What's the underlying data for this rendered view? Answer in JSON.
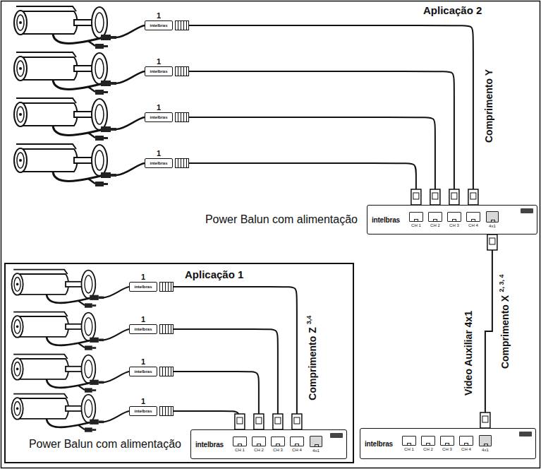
{
  "diagram": {
    "nodes": [
      {
        "text": [
          "1",
          "intelbras"
        ]
      },
      {
        "text": [
          "1",
          "intelbras"
        ]
      },
      {
        "text": [
          "1",
          "intelbras"
        ]
      },
      {
        "text": [
          "1",
          "intelbras"
        ]
      },
      {
        "text": [
          "Power Balun com alimentação",
          "intelbras",
          "CH 1",
          "CH 2",
          "CH 3",
          "CH 4",
          "4x1"
        ]
      },
      {
        "text": [
          "Aplicação 1"
        ]
      },
      {
        "text": [
          "1",
          "intelbras"
        ],
        "in": 5
      },
      {
        "text": [
          "1",
          "intelbras"
        ],
        "in": 5
      },
      {
        "text": [
          "1",
          "intelbras"
        ],
        "in": 5
      },
      {
        "text": [
          "1",
          "intelbras"
        ],
        "in": 5
      },
      {
        "text": [
          "Power Balun com alimentação",
          "intelbras",
          "CH 1",
          "CH 2",
          "CH 3",
          "CH 4",
          "4x1"
        ],
        "in": 5
      },
      {
        "text": [
          "intelbras",
          "CH 1",
          "CH 2",
          "CH 3",
          "CH 4",
          "4x1"
        ]
      }
    ],
    "edges": [
      {
        "from": 0,
        "to": 4,
        "arrow": "none",
        "label": "Comprimento Y"
      },
      {
        "from": 1,
        "to": 4,
        "arrow": "none"
      },
      {
        "from": 2,
        "to": 4,
        "arrow": "none"
      },
      {
        "from": 3,
        "to": 4,
        "arrow": "none"
      },
      {
        "from": 6,
        "to": 10,
        "arrow": "none",
        "label": "Comprimento Z"
      },
      {
        "from": 7,
        "to": 10,
        "arrow": "none"
      },
      {
        "from": 8,
        "to": 10,
        "arrow": "none"
      },
      {
        "from": 9,
        "to": 10,
        "arrow": "none"
      },
      {
        "from": 4,
        "to": 11,
        "arrow": "none",
        "label": "Comprimento X"
      }
    ],
    "labels": [
      "Aplicação 2",
      "3,4",
      "Video Auxiliar 4x1",
      "2, 3, 4"
    ]
  }
}
